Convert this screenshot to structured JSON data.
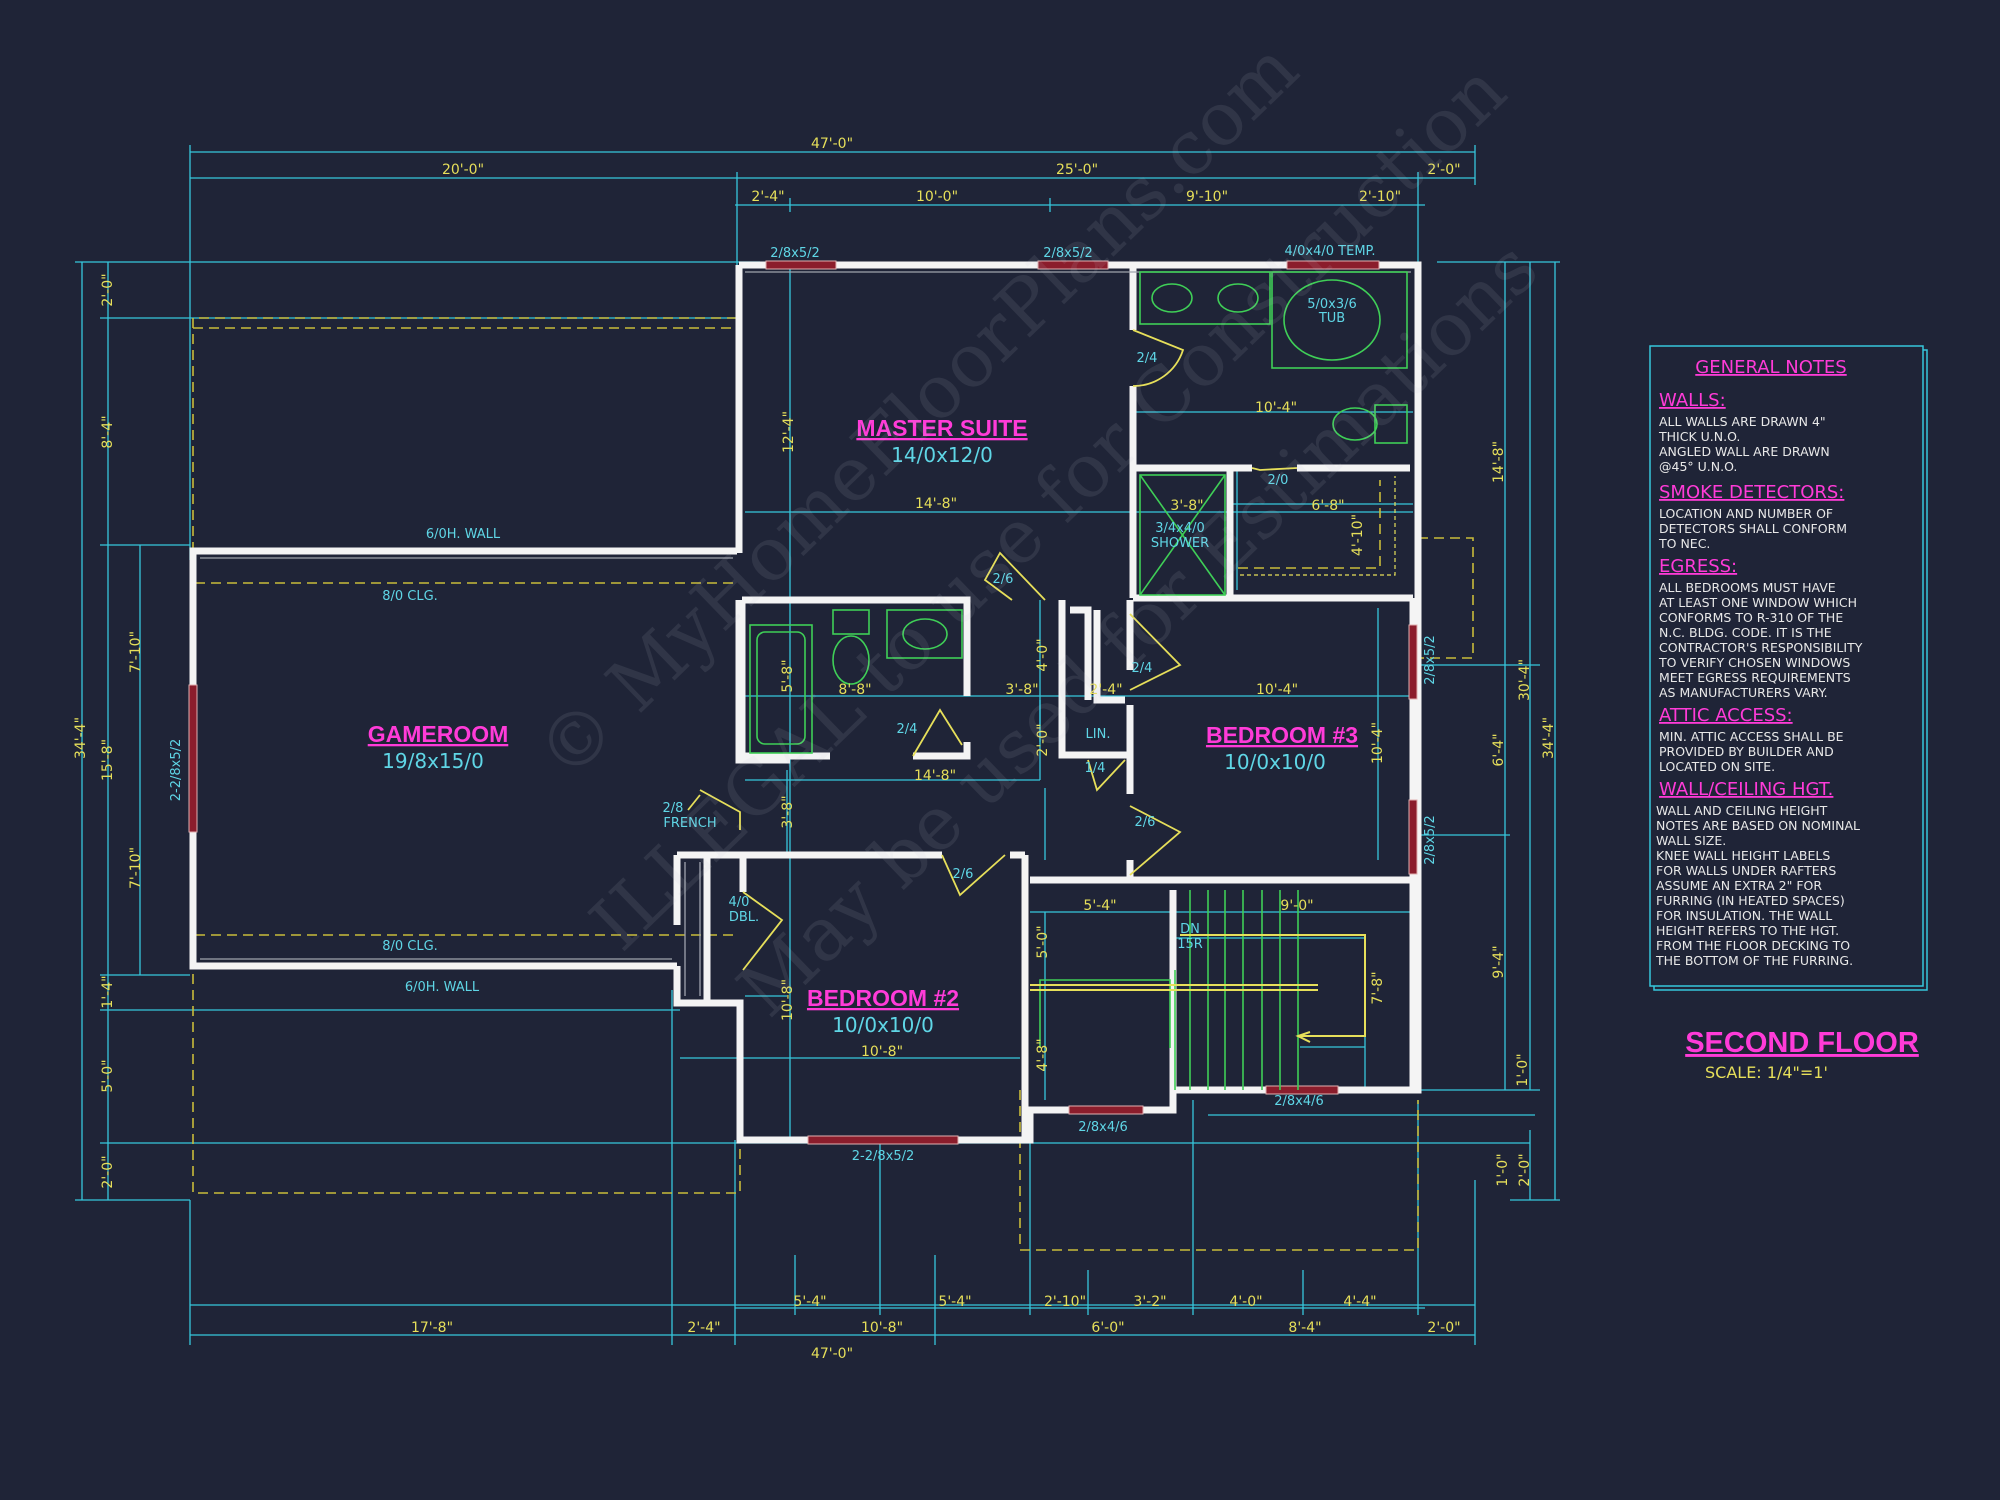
{
  "rooms": {
    "master_suite": {
      "name": "MASTER SUITE",
      "size": "14/0x12/0"
    },
    "gameroom": {
      "name": "GAMEROOM",
      "size": "19/8x15/0"
    },
    "bedroom3": {
      "name": "BEDROOM #3",
      "size": "10/0x10/0"
    },
    "bedroom2": {
      "name": "BEDROOM #2",
      "size": "10/0x10/0"
    }
  },
  "title": {
    "name": "SECOND FLOOR",
    "scale": "SCALE:  1/4\"=1'"
  },
  "dims_top": {
    "overall": "47'-0\"",
    "left": "20'-0\"",
    "mid": "25'-0\"",
    "right": "2'-0\"",
    "s1": "2'-4\"",
    "s2": "10'-0\"",
    "s3": "9'-10\"",
    "s4": "2'-10\""
  },
  "dims_bottom": {
    "a1": "5'-4\"",
    "a2": "5'-4\"",
    "a3": "2'-10\"",
    "a4": "3'-2\"",
    "a5": "4'-0\"",
    "a6": "4'-4\"",
    "b1": "17'-8\"",
    "b2": "2'-4\"",
    "b3": "10'-8\"",
    "b4": "6'-0\"",
    "b5": "8'-4\"",
    "b6": "2'-0\"",
    "overall": "47'-0\""
  },
  "dims_left": {
    "a1": "2'-0\"",
    "a2": "8'-4\"",
    "a3": "15'-8\"",
    "a4": "1'-4\"",
    "a5": "5'-0\"",
    "a6": "2'-0\"",
    "b1": "7'-10\"",
    "b2": "7'-10\"",
    "overall": "34'-4\""
  },
  "dims_right": {
    "a1": "14'-8\"",
    "a2": "6'-4\"",
    "a3": "9'-4\"",
    "a4": "1'-0\"",
    "a5": "1'-0\"",
    "b1": "30'-4\"",
    "b2": "34'-4\"",
    "c1": "2'-0\""
  },
  "interior": {
    "ms_w": "14'-8\"",
    "ms_h": "12'-4\"",
    "bath_w": "10'-4\"",
    "wic_w": "6'-8\"",
    "wic_h": "4'-10\"",
    "shower_w": "3'-8\"",
    "b2_w": "8'-8\"",
    "b2_h": "5'-8\"",
    "hall_w": "3'-8\"",
    "hall_h": "4'-0\"",
    "lin_h": "2'-0\"",
    "lin_w": "2'-4\"",
    "br3_w": "10'-4\"",
    "br3_h": "10'-4\"",
    "game_w": "14'-8\"",
    "game_h": "3'-8\"",
    "br2_w": "10'-8\"",
    "br2_h": "10'-8\"",
    "stair_w1": "5'-4\"",
    "stair_w2": "9'-0\"",
    "stair_h": "7'-8\"",
    "hall2_h": "5'-0\"",
    "hall2_h2": "4'-8\""
  },
  "labels": {
    "win1": "2/8x5/2",
    "win2": "2/8x5/2",
    "win3": "4/0x4/0 TEMP.",
    "tub": "5/0x3/6",
    "tub2": "TUB",
    "door1": "2/4",
    "door2": "2/0",
    "door3": "2/6",
    "door4": "2/4",
    "door5": "2/4",
    "door6": "1/4",
    "door7": "2/6",
    "door8": "2/6",
    "french1": "2/8",
    "french2": "FRENCH",
    "dbl1": "4/0",
    "dbl2": "DBL.",
    "shower1": "3/4x4/0",
    "shower2": "SHOWER",
    "lin": "LIN.",
    "dn1": "DN",
    "dn2": "15R",
    "wall1": "6/0H. WALL",
    "wall2": "6/0H. WALL",
    "clg1": "8/0 CLG.",
    "clg2": "8/0 CLG.",
    "win_g": "2-2/8x5/2",
    "win_r1": "2/8x5/2",
    "win_r2": "2/8x5/2",
    "win_b1": "2-2/8x5/2",
    "win_b2": "2/8x4/6",
    "win_b3": "2/8x4/6"
  },
  "notes": {
    "title": "GENERAL NOTES",
    "walls_h": "WALLS:",
    "walls": [
      "ALL WALLS ARE DRAWN 4\"",
      "THICK U.N.O.",
      "ANGLED WALL ARE DRAWN",
      "@45° U.N.O."
    ],
    "smoke_h": "SMOKE DETECTORS:",
    "smoke": [
      "LOCATION AND NUMBER OF",
      "DETECTORS SHALL CONFORM",
      "TO NEC."
    ],
    "egress_h": "EGRESS:",
    "egress": [
      "ALL BEDROOMS MUST HAVE",
      "AT LEAST ONE WINDOW WHICH",
      "CONFORMS TO R-310 OF THE",
      "N.C. BLDG. CODE. IT IS THE",
      "CONTRACTOR'S RESPONSIBILITY",
      "TO VERIFY CHOSEN WINDOWS",
      "MEET EGRESS REQUIREMENTS",
      "AS MANUFACTURERS VARY."
    ],
    "attic_h": "ATTIC ACCESS:",
    "attic": [
      "MIN. ATTIC ACCESS SHALL BE",
      "PROVIDED BY BUILDER AND",
      "LOCATED ON SITE."
    ],
    "wall_h": "WALL/CEILING HGT.",
    "wall": [
      "WALL AND CEILING HEIGHT",
      "NOTES ARE BASED ON NOMINAL",
      "WALL SIZE.",
      "KNEE WALL HEIGHT LABELS",
      "FOR WALLS UNDER RAFTERS",
      "ASSUME AN EXTRA 2\" FOR",
      "FURRING (IN HEATED SPACES)",
      "FOR INSULATION. THE WALL",
      "HEIGHT REFERS TO THE HGT.",
      "FROM THE FLOOR DECKING TO",
      "THE BOTTOM OF THE FURRING."
    ]
  },
  "watermark": {
    "line1": "© MyHomeFloorPlans.com",
    "line2": "ILLEGAL to use for Construction",
    "line3": "May be used for Estimations"
  }
}
